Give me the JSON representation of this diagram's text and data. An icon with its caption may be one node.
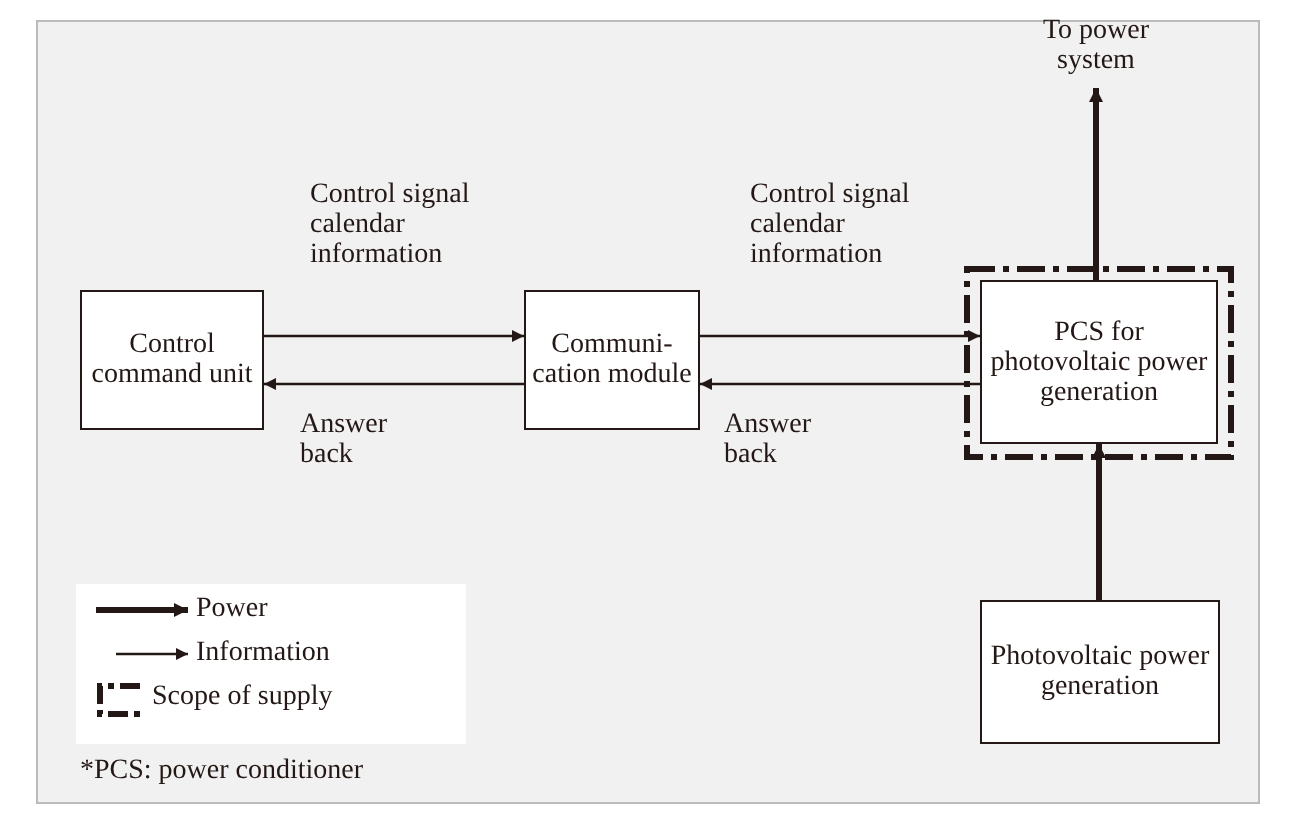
{
  "diagram": {
    "nodes": [
      {
        "text": [
          "Control command unit"
        ]
      },
      {
        "text": [
          "Communi-cation module"
        ]
      },
      {
        "text": [],
        "shape": "box"
      },
      {
        "text": [
          "PCS for photovoltaic power generation"
        ],
        "in": 2
      },
      {
        "text": [
          "To power system"
        ]
      },
      {
        "text": [
          "Photovoltaic power generation"
        ]
      }
    ],
    "edges": [
      {
        "from": 0,
        "to": 1,
        "arrow": "to",
        "label": "Control signal calendar information"
      },
      {
        "from": 1,
        "to": 0,
        "arrow": "to",
        "label": "Answer back"
      },
      {
        "from": 1,
        "to": 3,
        "arrow": "to",
        "label": "Control signal calendar information"
      },
      {
        "from": 3,
        "to": 1,
        "arrow": "to",
        "label": "Answer back"
      },
      {
        "from": 3,
        "to": 4,
        "arrow": "to",
        "style": "thick"
      },
      {
        "from": 5,
        "to": 3,
        "arrow": "to",
        "style": "thick"
      }
    ],
    "labels": [
      "*PCS: power conditioner"
    ],
    "legend": [
      {
        "text": "Power"
      },
      {
        "text": "Information"
      },
      {
        "text": "Scope of supply"
      }
    ]
  }
}
